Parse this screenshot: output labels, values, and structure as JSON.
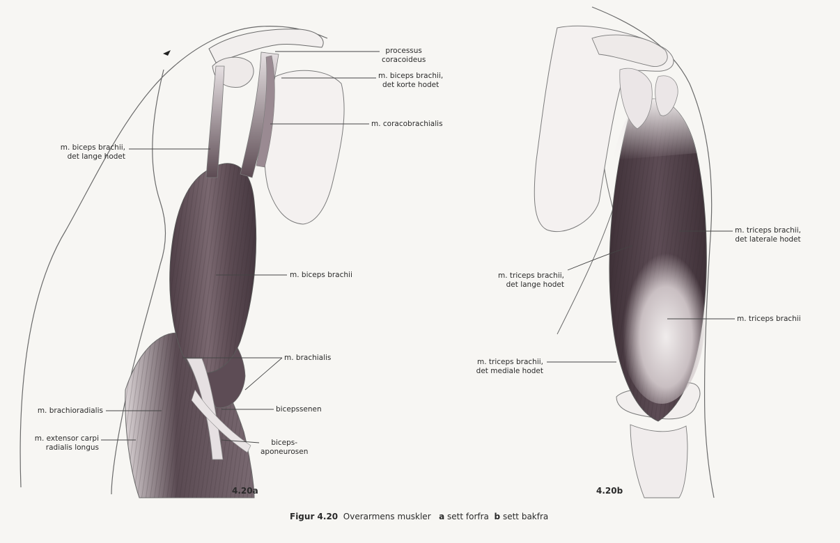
{
  "labels_a": {
    "processus": "processus\ncoracoideus",
    "biceps_short": "m. biceps brachii,\ndet korte hodet",
    "coracobrachialis": "m. coracobrachialis",
    "biceps_long": "m. biceps brachii,\ndet lange hodet",
    "biceps": "m. biceps brachii",
    "brachialis": "m. brachialis",
    "brachioradialis": "m. brachioradialis",
    "bicepssenen": "bicepssenen",
    "extensor": "m. extensor carpi\nradialis longus",
    "aponeurosen": "biceps-\naponeurosen",
    "panel_id": "4.20a"
  },
  "labels_b": {
    "triceps_lateral": "m. triceps brachii,\ndet laterale hodet",
    "triceps_long": "m. triceps brachii,\ndet lange hodet",
    "triceps": "m. triceps brachii",
    "triceps_medial": "m. triceps brachii,\ndet mediale hodet",
    "panel_id": "4.20b"
  },
  "caption": {
    "figure_number": "Figur 4.20",
    "title": "Overarmens muskler",
    "a_letter": "a",
    "a_text": "sett forfra",
    "b_letter": "b",
    "b_text": "sett bakfra"
  },
  "colors": {
    "background": "#f7f6f3",
    "outline": "#6a6a6a",
    "muscle_dark": "#5a4a52",
    "muscle_mid": "#8a7a82",
    "muscle_light": "#d8d0d2",
    "leader": "#444444"
  }
}
